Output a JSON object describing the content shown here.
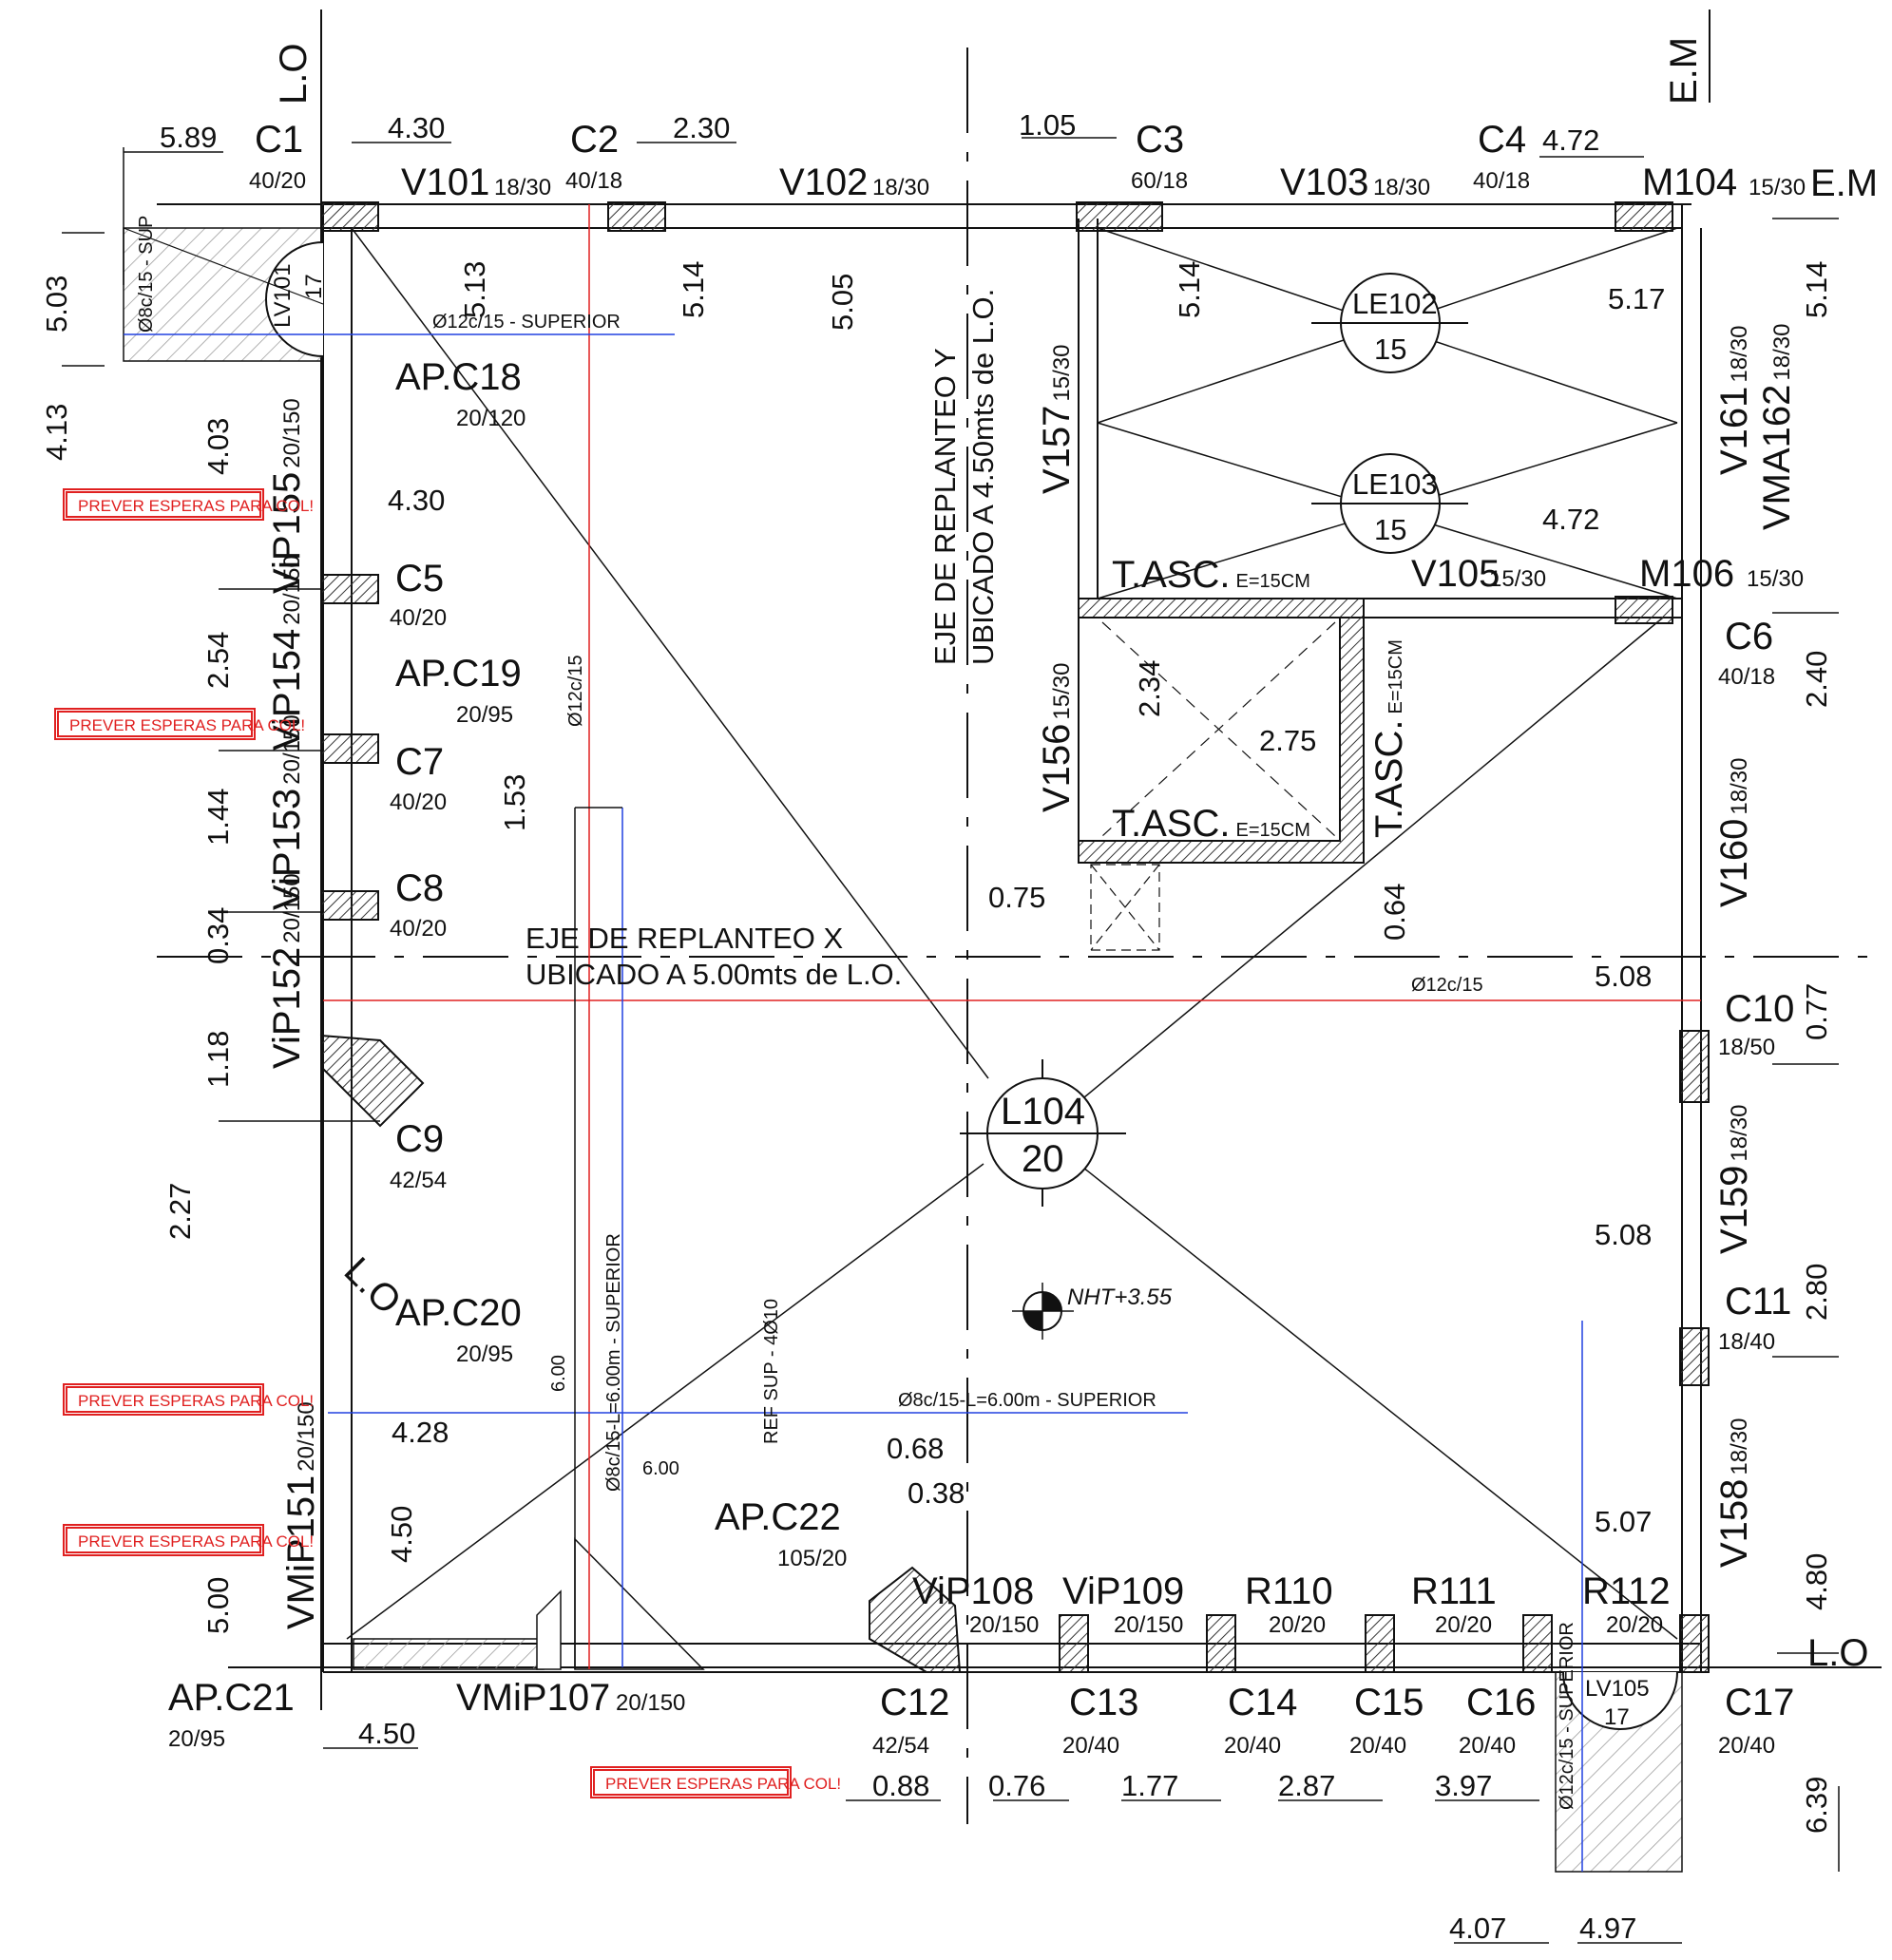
{
  "plan": {
    "columns": [
      {
        "name": "C1",
        "size": "40/20"
      },
      {
        "name": "C2",
        "size": "40/18"
      },
      {
        "name": "C3",
        "size": "60/18"
      },
      {
        "name": "C4",
        "size": "40/18"
      },
      {
        "name": "C5",
        "size": "40/20"
      },
      {
        "name": "C6",
        "size": "40/18"
      },
      {
        "name": "C7",
        "size": "40/20"
      },
      {
        "name": "C8",
        "size": "40/20"
      },
      {
        "name": "C9",
        "size": "42/54"
      },
      {
        "name": "C10",
        "size": "18/50"
      },
      {
        "name": "C11",
        "size": "18/40"
      },
      {
        "name": "C12",
        "size": "42/54"
      },
      {
        "name": "C13",
        "size": "20/40"
      },
      {
        "name": "C14",
        "size": "20/40"
      },
      {
        "name": "C15",
        "size": "20/40"
      },
      {
        "name": "C16",
        "size": "20/40"
      },
      {
        "name": "C17",
        "size": "20/40"
      }
    ],
    "ap_columns": [
      {
        "name": "AP.C18",
        "size": "20/120"
      },
      {
        "name": "AP.C19",
        "size": "20/95"
      },
      {
        "name": "AP.C20",
        "size": "20/95"
      },
      {
        "name": "AP.C21",
        "size": "20/95"
      },
      {
        "name": "AP.C22",
        "size": "105/20"
      }
    ],
    "beams": [
      {
        "name": "V101",
        "size": "18/30"
      },
      {
        "name": "V102",
        "size": "18/30"
      },
      {
        "name": "V103",
        "size": "18/30"
      },
      {
        "name": "M104",
        "size": "15/30"
      },
      {
        "name": "V105",
        "size": "15/30"
      },
      {
        "name": "M106",
        "size": "15/30"
      },
      {
        "name": "VMiP107",
        "size": "20/150"
      },
      {
        "name": "ViP108",
        "size": "20/150"
      },
      {
        "name": "ViP109",
        "size": "20/150"
      },
      {
        "name": "R110",
        "size": "20/20"
      },
      {
        "name": "R111",
        "size": "20/20"
      },
      {
        "name": "R112",
        "size": "20/20"
      },
      {
        "name": "VMiP151",
        "size": "20/150"
      },
      {
        "name": "ViP152",
        "size": "20/150"
      },
      {
        "name": "ViP153",
        "size": "20/150"
      },
      {
        "name": "ViP154",
        "size": "20/150"
      },
      {
        "name": "ViP155",
        "size": "20/150"
      },
      {
        "name": "V156",
        "size": "15/30"
      },
      {
        "name": "V157",
        "size": "15/30"
      },
      {
        "name": "V158",
        "size": "18/30"
      },
      {
        "name": "V159",
        "size": "18/30"
      },
      {
        "name": "V160",
        "size": "18/30"
      },
      {
        "name": "V161",
        "size": "18/30"
      },
      {
        "name": "VMA162",
        "size": "18/30"
      }
    ],
    "slabs": [
      {
        "name": "LE102",
        "thickness": "15"
      },
      {
        "name": "LE103",
        "thickness": "15"
      },
      {
        "name": "L104",
        "thickness": "20"
      },
      {
        "name": "LV101",
        "thickness": "17"
      },
      {
        "name": "LV105",
        "thickness": "17"
      }
    ],
    "dimensions": {
      "top_5_89": "5.89",
      "top_4_30": "4.30",
      "top_2_30": "2.30",
      "top_1_05": "1.05",
      "top_4_72": "4.72",
      "v_5_13": "5.13",
      "v_5_14_a": "5.14",
      "v_5_05": "5.05",
      "v_5_14_b": "5.14",
      "v_5_17": "5.17",
      "v_5_14_c": "5.14",
      "left_5_03": "5.03",
      "left_4_13": "4.13",
      "left_4_03": "4.03",
      "mid_4_30": "4.30",
      "mid_4_72": "4.72",
      "left_2_54": "2.54",
      "left_1_44": "1.44",
      "left_0_34": "0.34",
      "left_1_18": "1.18",
      "left_2_27": "2.27",
      "v_1_53": "1.53",
      "v_2_34": "2.34",
      "h_2_75": "2.75",
      "h_0_75": "0.75",
      "v_0_64": "0.64",
      "v_2_40": "2.40",
      "r_5_08_a": "5.08",
      "r_0_77": "0.77",
      "r_5_08_b": "5.08",
      "r_2_80": "2.80",
      "r_5_07": "5.07",
      "r_4_80": "4.80",
      "h_4_28": "4.28",
      "h_0_68": "0.68",
      "h_0_38": "0.38",
      "v_4_50": "4.50",
      "left_5_00": "5.00",
      "b_4_50": "4.50",
      "b_0_88": "0.88",
      "b_0_76": "0.76",
      "b_1_77": "1.77",
      "b_2_87": "2.87",
      "b_3_97": "3.97",
      "b_6_39": "6.39",
      "b_4_07": "4.07",
      "b_4_97": "4.97"
    },
    "rebar": {
      "sup_cantilever": "Ø8c/15 - SUP",
      "superior_1": "Ø12c/15 - SUPERIOR",
      "vertical_red": "Ø12c/15",
      "horizontal_red": "Ø12c/15",
      "long_vertical": "Ø8c/15-L=6.00m - SUPERIOR",
      "long_horizontal": "Ø8c/15-L=6.00m - SUPERIOR",
      "ref_sup": "REF SUP - 4Ø10",
      "bottom_right": "Ø12c/15 - SUPERIOR",
      "six_a": "6.00",
      "six_b": "6.00"
    },
    "notes": {
      "lo": "L.O",
      "em": "E.M",
      "eje_y_1": "EJE DE REPLANTEO Y",
      "eje_y_2": "UBICADO A 4.50mts de L.O.",
      "eje_x_1": "EJE DE REPLANTEO X",
      "eje_x_2": "UBICADO A 5.00mts de L.O.",
      "tasc": "T.ASC.",
      "tasc_e": "E=15CM",
      "nht": "NHT+3.55",
      "prever": "PREVER ESPERAS PARA COL!"
    }
  }
}
